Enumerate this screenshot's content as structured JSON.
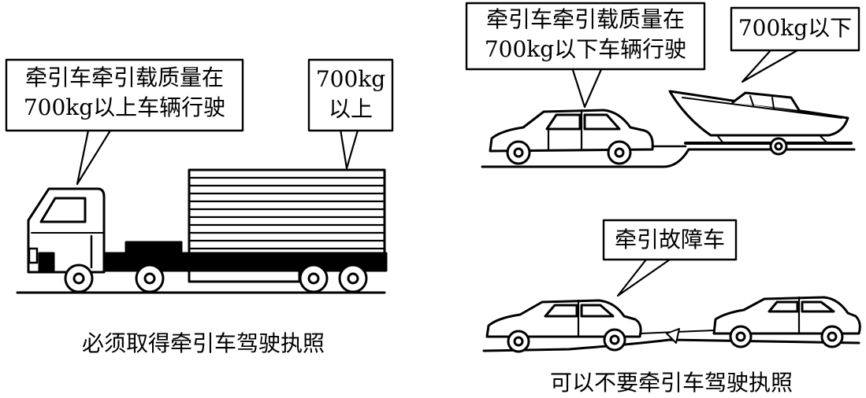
{
  "callouts": {
    "truck_tow_label": [
      "牵引车牵引载质量在",
      "700kg以上车辆行驶"
    ],
    "truck_load_label": [
      "700kg",
      "以上"
    ],
    "car_tow_label": [
      "牵引车牵引载质量在",
      "700kg以下车辆行驶"
    ],
    "boat_load_label": "700kg以下",
    "breakdown_label": "牵引故障车"
  },
  "captions": {
    "left": "必须取得牵引车驾驶执照",
    "right": "可以不要牵引车驾驶执照"
  }
}
